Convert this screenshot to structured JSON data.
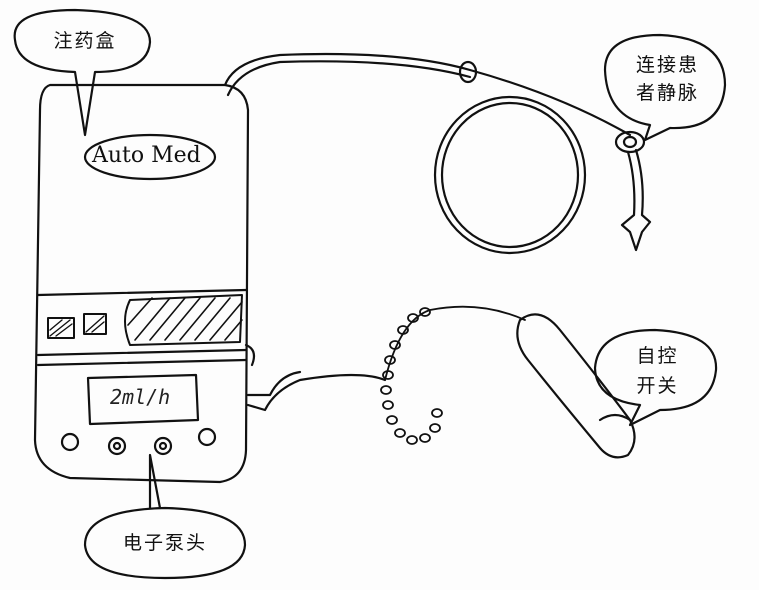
{
  "labels": {
    "medicine_box": "注药盒",
    "connect_vein_line1": "连接患",
    "connect_vein_line2": "者静脉",
    "self_control_line1": "自控",
    "self_control_line2": "开关",
    "electronic_pump_head": "电子泵头"
  },
  "device": {
    "brand": "Auto Med",
    "display_value": "2ml/h"
  }
}
